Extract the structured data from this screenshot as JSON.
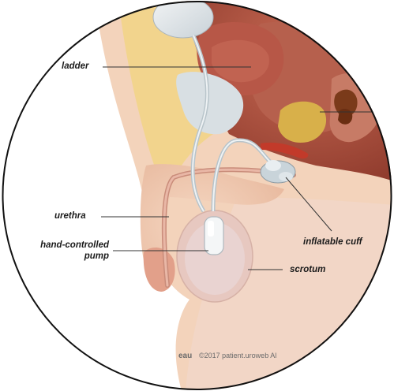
{
  "labels": {
    "bladder": "ladder",
    "urethra": "urethra",
    "pump_line1": "hand-controlled",
    "pump_line2": "pump",
    "cuff": "inflatable cuff",
    "scrotum": "scrotum"
  },
  "copyright": "©2017 patient.uroweb Al",
  "logo_text": "eau"
}
